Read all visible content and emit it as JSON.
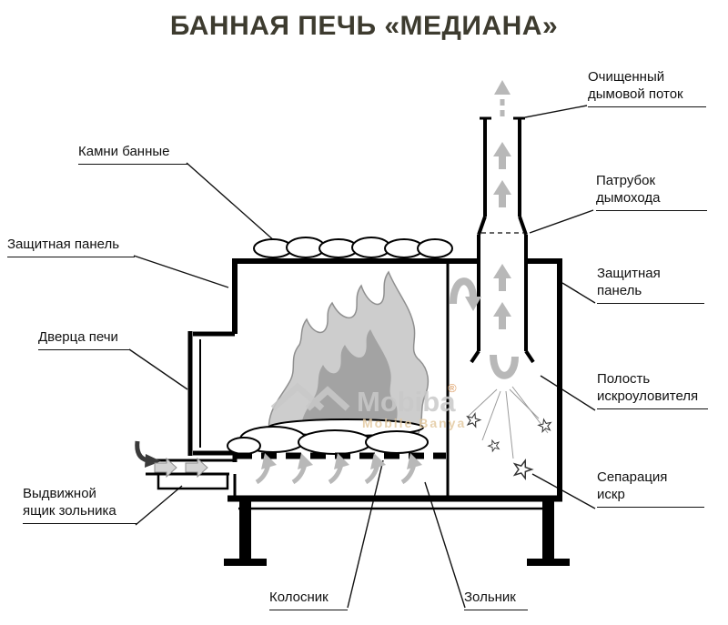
{
  "title": "БАННАЯ ПЕЧЬ «МЕДИАНА»",
  "watermark": {
    "brand": "Mobiba",
    "reg": "®",
    "sub": "Mobile Banya"
  },
  "labels": {
    "smoke_out": {
      "line1": "Очищенный",
      "line2": "дымовой поток"
    },
    "stones": {
      "line1": "Камни банные"
    },
    "chimney_pipe": {
      "line1": "Патрубок",
      "line2": "дымохода"
    },
    "panel_left": {
      "line1": "Защитная панель"
    },
    "panel_right": {
      "line1": "Защитная",
      "line2": "панель"
    },
    "door": {
      "line1": "Дверца печи"
    },
    "spark_cavity": {
      "line1": "Полость",
      "line2": "искроуловителя"
    },
    "ash_drawer": {
      "line1": "Выдвижной",
      "line2": "ящик зольника"
    },
    "spark_separation": {
      "line1": "Сепарация",
      "line2": "искр"
    },
    "grate": {
      "line1": "Колосник"
    },
    "ash_pan": {
      "line1": "Зольник"
    }
  },
  "colors": {
    "title": "#3d3b2f",
    "label_text": "#111111",
    "outline": "#000000",
    "flame_outer": "#cdcdcd",
    "flame_inner": "#a3a3a3",
    "smoke_arrow": "#b8b8b8",
    "watermark_gray": "#c9c9c9",
    "watermark_tan": "#e3c9a0"
  }
}
